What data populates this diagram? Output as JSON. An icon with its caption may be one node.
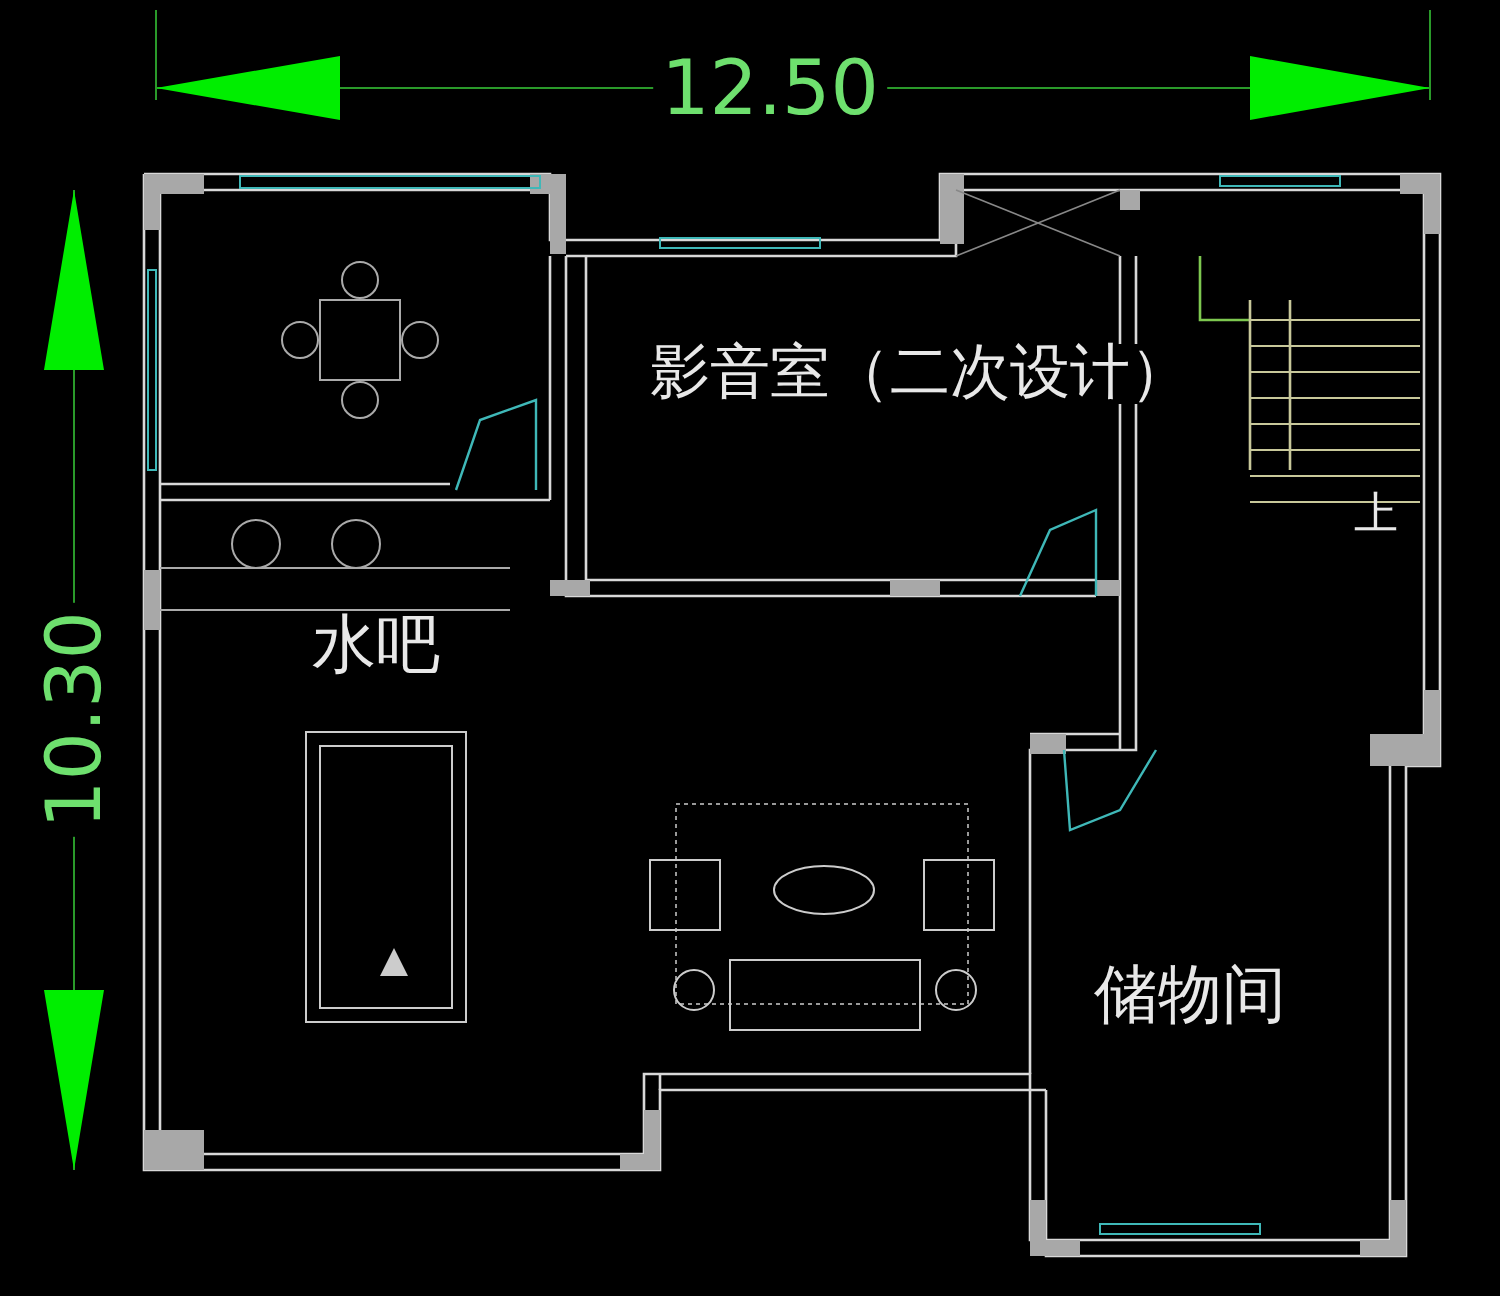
{
  "diagram": {
    "labels": [
      "12.50",
      "10.30",
      "影音室（二次设计）",
      "上",
      "水吧",
      "储物间"
    ]
  }
}
